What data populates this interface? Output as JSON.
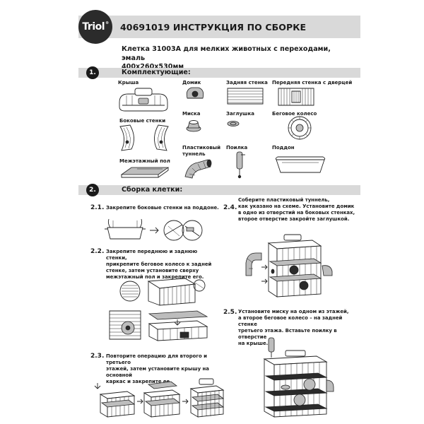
{
  "brand": {
    "logo_text": "Triol",
    "logo_mark": "®"
  },
  "header": {
    "title": "40691019 ИНСТРУКЦИЯ ПО СБОРКЕ"
  },
  "product": {
    "line1": "Клетка 31003A для мелких животных с переходами, эмаль",
    "line2": "400х260х530мм"
  },
  "sections": [
    {
      "num": "1.",
      "title": "Комплектующие:"
    },
    {
      "num": "2.",
      "title": "Сборка клетки:"
    }
  ],
  "parts": {
    "roof": "Крыша",
    "house": "Домик",
    "back_wall": "Задняя стенка",
    "front_wall": "Передняя стенка с дверцей",
    "side_walls": "Боковые стенки",
    "bowl": "Миска",
    "plug": "Заглушка",
    "wheel": "Беговое колесо",
    "tunnel_1": "Пластиковый",
    "tunnel_2": "туннель",
    "drinker": "Поилка",
    "tray": "Поддон",
    "floor": "Межэтажный пол"
  },
  "steps": [
    {
      "num": "2.1.",
      "lines": [
        "Закрепите боковые стенки на поддоне."
      ]
    },
    {
      "num": "2.2.",
      "lines": [
        "Закрепите переднюю и заднюю стенки,",
        "прикрепите беговое колесо к задней",
        "стенке, затем установите сверху",
        "межэтажный пол и закрепите его."
      ]
    },
    {
      "num": "2.3.",
      "lines": [
        "Повторите операцию для второго и третьего",
        "этажей, затем установите крышу на основной",
        "каркас и закрепите ее."
      ]
    },
    {
      "num": "2.4.",
      "lines": [
        "Соберите пластиковый туннель,",
        "как указано на схеме. Установите домик",
        "в одно из отверстий на боковых стенках,",
        "второе отверстие закройте заглушкой."
      ]
    },
    {
      "num": "2.5.",
      "lines": [
        "Установите миску на одном из этажей,",
        "а второе беговое колесо – на задней стенке",
        "третьего этажа. Вставьте поилку в отверстие",
        "на крыше."
      ]
    }
  ]
}
